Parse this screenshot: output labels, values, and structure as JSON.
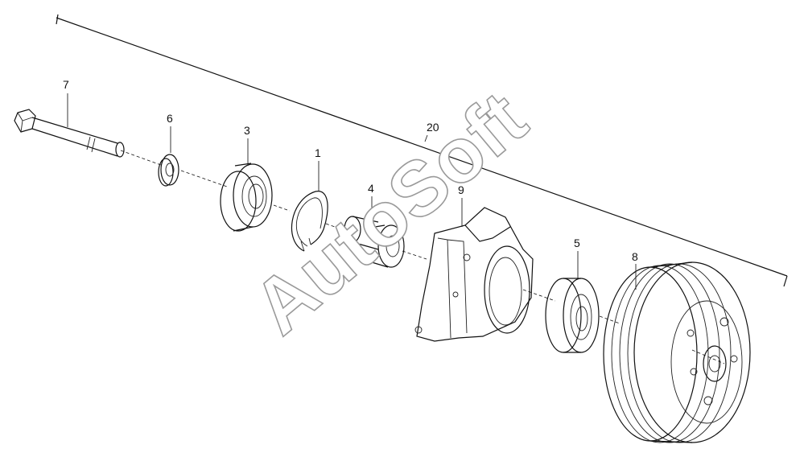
{
  "diagram": {
    "watermark": "AutoSoft",
    "assembly_label": "20",
    "callouts": [
      {
        "id": "7",
        "part": "bolt"
      },
      {
        "id": "6",
        "part": "washer"
      },
      {
        "id": "3",
        "part": "bearing"
      },
      {
        "id": "1",
        "part": "snap-ring"
      },
      {
        "id": "4",
        "part": "spacer"
      },
      {
        "id": "9",
        "part": "bracket"
      },
      {
        "id": "5",
        "part": "bearing"
      },
      {
        "id": "8",
        "part": "pulley"
      }
    ]
  }
}
